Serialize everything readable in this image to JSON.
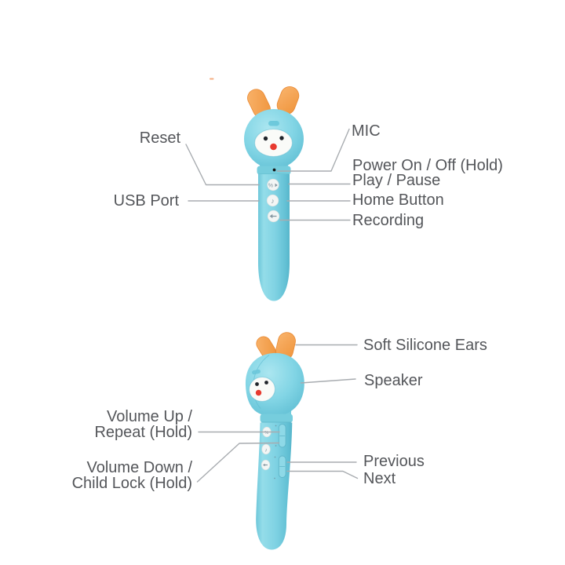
{
  "product": {
    "type": "kids talking reading pen diagram",
    "views": [
      "front",
      "side"
    ]
  },
  "colors": {
    "background": "#ffffff",
    "pen_blue": "#7fd2e3",
    "pen_blue_light": "#a9e5ef",
    "pen_blue_dark": "#5fbed3",
    "ear_orange": "#f49d48",
    "nose_red": "#e73a2f",
    "face_white": "#fafbf8",
    "label_text": "#54565a",
    "leader_line": "#a8acb0"
  },
  "glyphs": {
    "music_note": "♪",
    "power_play": "%"
  },
  "top_view": {
    "labels": {
      "reset": "Reset",
      "usb_port": "USB Port",
      "mic": "MIC",
      "power": "Power On / Off (Hold)",
      "play_pause": "Play / Pause",
      "home_button": "Home Button",
      "recording": "Recording"
    }
  },
  "bottom_view": {
    "labels": {
      "volume_up": "Volume Up /",
      "volume_up_hold": "Repeat (Hold)",
      "volume_down": "Volume Down /",
      "volume_down_hold": "Child Lock (Hold)",
      "soft_ears": "Soft Silicone Ears",
      "speaker": "Speaker",
      "previous": "Previous",
      "next": "Next"
    }
  }
}
